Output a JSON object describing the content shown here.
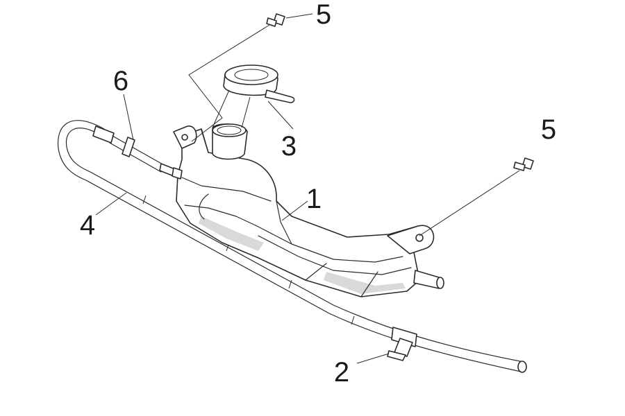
{
  "diagram": {
    "callouts": {
      "reservoir": "1",
      "hose_clamp": "2",
      "filler_cap": "3",
      "overflow_hose": "4",
      "bolt_top": "5",
      "bolt_right": "5",
      "hose_clip": "6"
    }
  }
}
